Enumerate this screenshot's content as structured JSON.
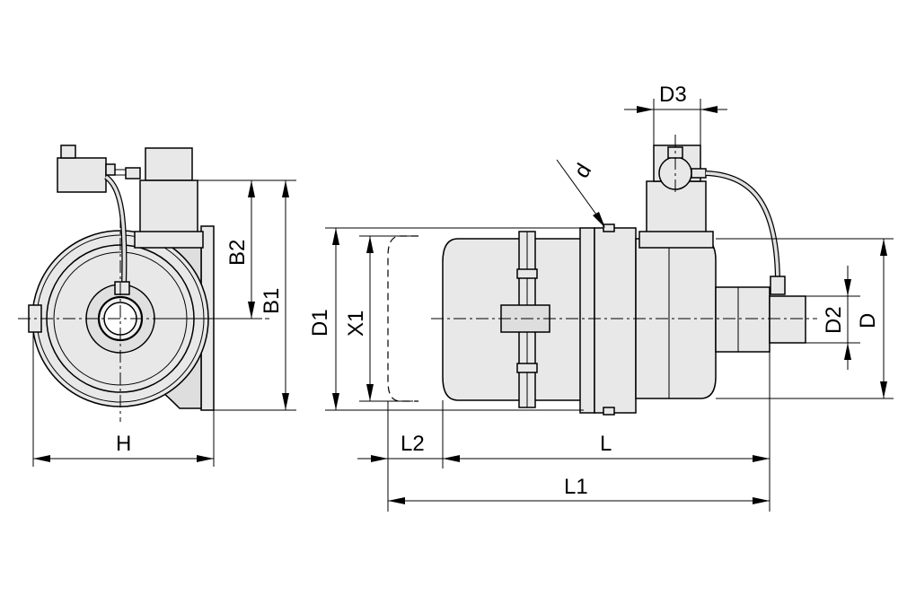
{
  "labels": {
    "H": "H",
    "B1": "B1",
    "B2": "B2",
    "D1": "D1",
    "X1": "X1",
    "L2": "L2",
    "L": "L",
    "L1": "L1",
    "D3": "D3",
    "D2": "D2",
    "D": "D",
    "d": "d"
  }
}
